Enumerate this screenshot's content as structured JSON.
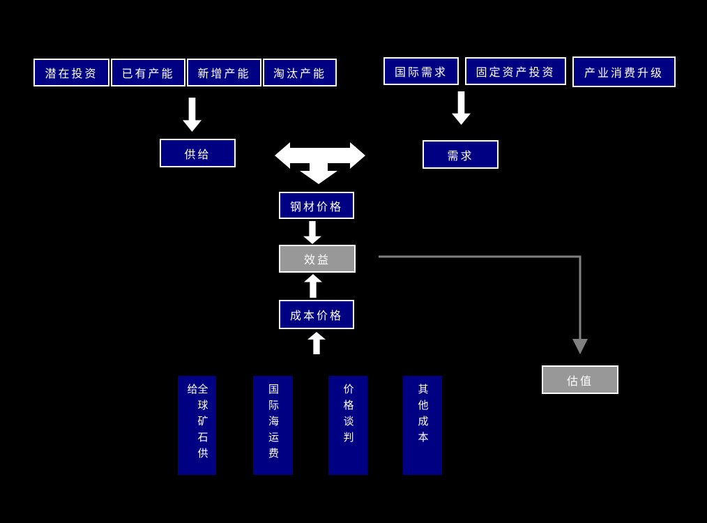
{
  "colors": {
    "background": "#000000",
    "node_blue": "#000082",
    "node_gray": "#989898",
    "border_white": "#ffffff",
    "arrow_white": "#ffffff",
    "connector_gray": "#808080"
  },
  "diagram": {
    "supply_factors": [
      "潜在投资",
      "已有产能",
      "新增产能",
      "淘汰产能"
    ],
    "demand_factors": [
      "国际需求",
      "固定资产投资",
      "产业消费升级"
    ],
    "supply_label": "供给",
    "demand_label": "需求",
    "steel_price_label": "钢材价格",
    "profit_label": "效益",
    "cost_price_label": "成本价格",
    "cost_factors": [
      "全球矿石供给",
      "国际海运费",
      "价格谈判",
      "其他成本"
    ],
    "valuation_label": "估值"
  }
}
